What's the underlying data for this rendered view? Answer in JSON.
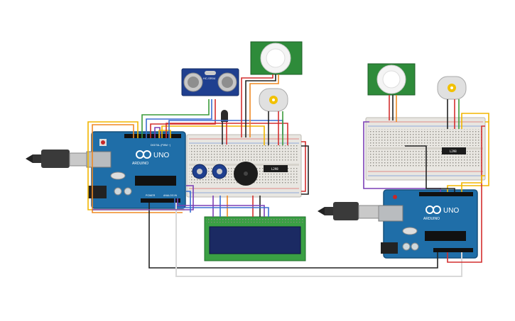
{
  "colors": {
    "arduino": "#1f6ea8",
    "arduino_dark": "#17507c",
    "breadboard": "#e8e6e1",
    "pir_board": "#2e8b3a",
    "lcd_board": "#3aa044",
    "lcd_screen": "#1b2a63",
    "ultrasonic": "#1f3f8f",
    "wire_red": "#d32f2f",
    "wire_black": "#222222",
    "wire_yellow": "#f2b600",
    "wire_orange": "#f08a24",
    "wire_green": "#3a9b3a",
    "wire_blue": "#3b6fd1",
    "wire_purple": "#7b3fb5",
    "wire_white": "#d9d9d9",
    "wire_brown": "#8a5a2b"
  },
  "labels": {
    "arduino_left_logo": "UNO",
    "arduino_left_brand": "ARDUINO",
    "arduino_right_logo": "UNO",
    "arduino_right_brand": "ARDUINO",
    "ultrasonic_model": "HC-SR04",
    "l298_left": "L298",
    "l298_right": "L298",
    "digital_label": "DIGITAL (PWM ~)",
    "power_label": "POWER",
    "analog_label": "ANALOG IN"
  },
  "icons": [
    "usb-plug-icon",
    "potentiometer-icon",
    "buzzer-icon",
    "pir-sensor-icon",
    "dc-motor-icon",
    "temperature-sensor-icon"
  ]
}
